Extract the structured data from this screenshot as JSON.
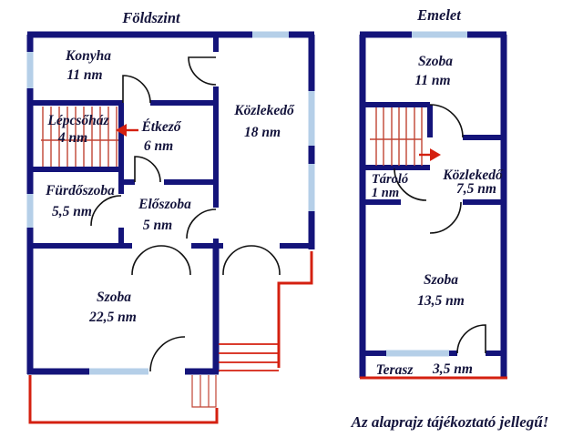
{
  "document_title": "Alaprajz",
  "colors": {
    "wall": "#14147a",
    "window": "#b5cfe8",
    "red": "#d42010",
    "stairs": "#c04434",
    "door": "#111111",
    "text": "#14143c"
  },
  "floors": [
    {
      "title": "Földszint",
      "rooms": [
        {
          "name": "Konyha",
          "area": "11 nm"
        },
        {
          "name": "Lépcsőház",
          "area": "4 nm"
        },
        {
          "name": "Étkező",
          "area": "6 nm"
        },
        {
          "name": "Közlekedő",
          "area": "18 nm"
        },
        {
          "name": "Fürdőszoba",
          "area": "5,5 nm"
        },
        {
          "name": "Előszoba",
          "area": "5 nm"
        },
        {
          "name": "Szoba",
          "area": "22,5 nm"
        }
      ],
      "stairs_arrow_direction": "left"
    },
    {
      "title": "Emelet",
      "rooms": [
        {
          "name": "Szoba",
          "area": "11 nm"
        },
        {
          "name": "Tároló",
          "area": "1 nm"
        },
        {
          "name": "Közlekedő",
          "area": "7,5 nm"
        },
        {
          "name": "Szoba",
          "area": "13,5 nm"
        },
        {
          "name": "Terasz",
          "area": "3,5 nm"
        }
      ],
      "stairs_arrow_direction": "right"
    }
  ],
  "icons": {
    "ground_stairs_arrow": "arrow-left-icon",
    "upper_stairs_arrow": "arrow-right-icon"
  },
  "disclaimer": "Az alaprajz tájékoztató jellegű!"
}
